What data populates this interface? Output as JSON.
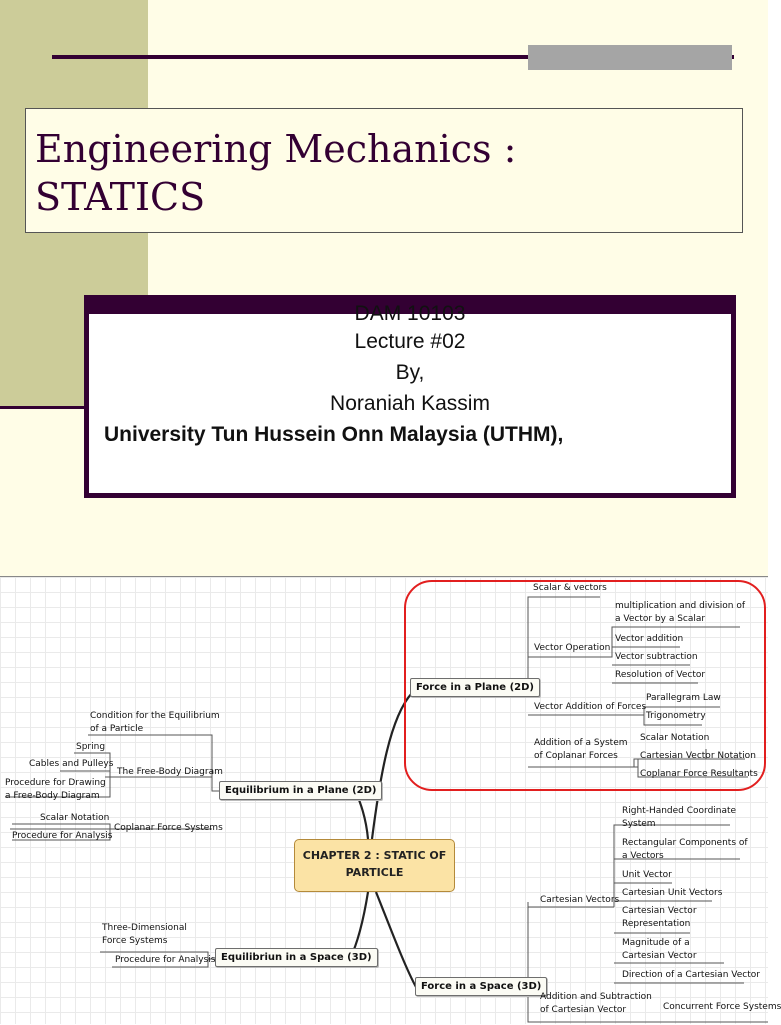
{
  "slide1": {
    "title_line1": "Engineering Mechanics :",
    "title_line2": "STATICS",
    "course_code": "DAM 10103",
    "lecture": "Lecture #02",
    "by": "By,",
    "author": "Noraniah Kassim",
    "university": "University Tun Hussein Onn Malaysia (UTHM),"
  },
  "mindmap": {
    "center": "CHAPTER 2 : STATIC OF PARTICLE",
    "equilibrium_plane": {
      "label": "Equilibrium in a Plane (2D)",
      "condition": "Condition for the Equilibrium of a Particle",
      "free_body": "The Free-Body Diagram",
      "spring": "Spring",
      "cables": "Cables and Pulleys",
      "procedure_fbd": "Procedure for Drawing a Free-Body Diagram",
      "coplanar_systems": "Coplanar Force Systems",
      "scalar_notation": "Scalar Notation",
      "procedure_analysis": "Procedure for Analysis"
    },
    "equilibrium_space": {
      "label": "Equilibriun in a Space (3D)",
      "three_dim": "Three-Dimensional Force Systems",
      "procedure_analysis": "Procedure for Analysis"
    },
    "force_plane": {
      "label": "Force in a Plane (2D)",
      "scalar_vectors": "Scalar & vectors",
      "vector_operation": "Vector Operation",
      "mult_div": "multiplication and division of a Vector by a Scalar",
      "vector_addition": "Vector addition",
      "vector_subtraction": "Vector subtraction",
      "resolution": "Resolution of Vector",
      "vector_addition_forces": "Vector Addition of Forces",
      "parallelogram": "Parallegram Law",
      "trigonometry": "Trigonometry",
      "addition_system": "Addition of a System of Coplanar Forces",
      "scalar_notation": "Scalar Notation",
      "cartesian_notation": "Cartesian Vector Notation",
      "coplanar_resultants": "Coplanar Force Resultants"
    },
    "force_space": {
      "label": "Force in a Space (3D)",
      "cartesian_vectors": "Cartesian Vectors",
      "right_handed": "Right-Handed Coordinate System",
      "rectangular": "Rectangular Components of a Vectors",
      "unit_vector": "Unit Vector",
      "cartesian_unit": "Cartesian Unit Vectors",
      "cartesian_representation": "Cartesian Vector Representation",
      "magnitude": "Magnitude of a Cartesian Vector",
      "direction": "Direction of a Cartesian Vector",
      "add_sub": "Addition and Subtraction of Cartesian Vector",
      "concurrent": "Concurrent Force Systems"
    }
  }
}
